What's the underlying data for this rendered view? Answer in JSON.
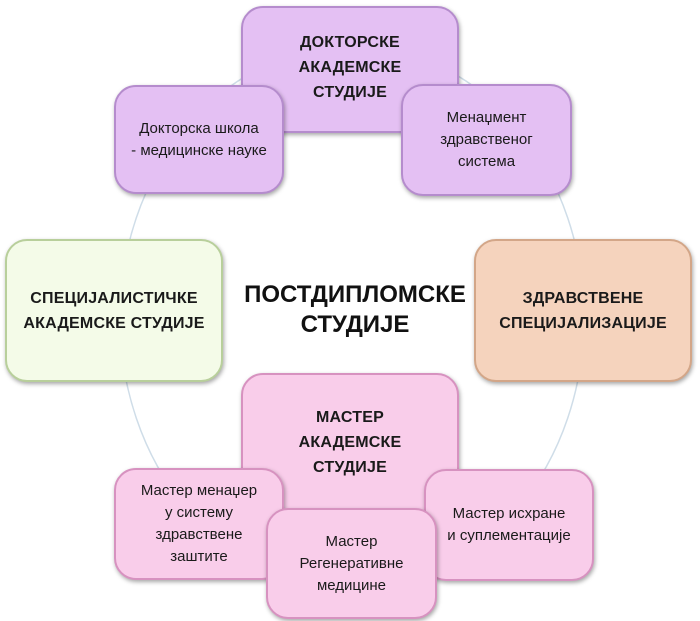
{
  "center_title": "ПОСТДИПЛОМСКЕ\nСТУДИЈЕ",
  "nodes": {
    "doctoral_main": "ДОКТОРСКЕ\nАКАДЕМСКЕ\nСТУДИЈЕ",
    "doctoral_school": "Докторска школа\n- медицинске науке",
    "health_management": "Менаџмент\nздравственог\nсистема",
    "specialist": "СПЕЦИЈАЛИСТИЧКЕ\nАКАДЕМСКЕ СТУДИЈЕ",
    "health_specializations": "ЗДРАВСТВЕНЕ\nСПЕЦИЈАЛИЗАЦИЈЕ",
    "master_main": "МАСТЕР\nАКАДЕМСКЕ\nСТУДИЈЕ",
    "master_management": "Мастер менаџер\nу систему\nздравствене\nзаштите",
    "master_regenerative": "Мастер\nРегенеративне\nмедицине",
    "master_nutrition": "Мастер исхране\nи суплементације"
  },
  "colors": {
    "purple": "#e4c0f3",
    "pink": "#f9cdea",
    "green": "#f4fbe8",
    "peach": "#f5d3bd",
    "ring": "#cfdde8"
  }
}
